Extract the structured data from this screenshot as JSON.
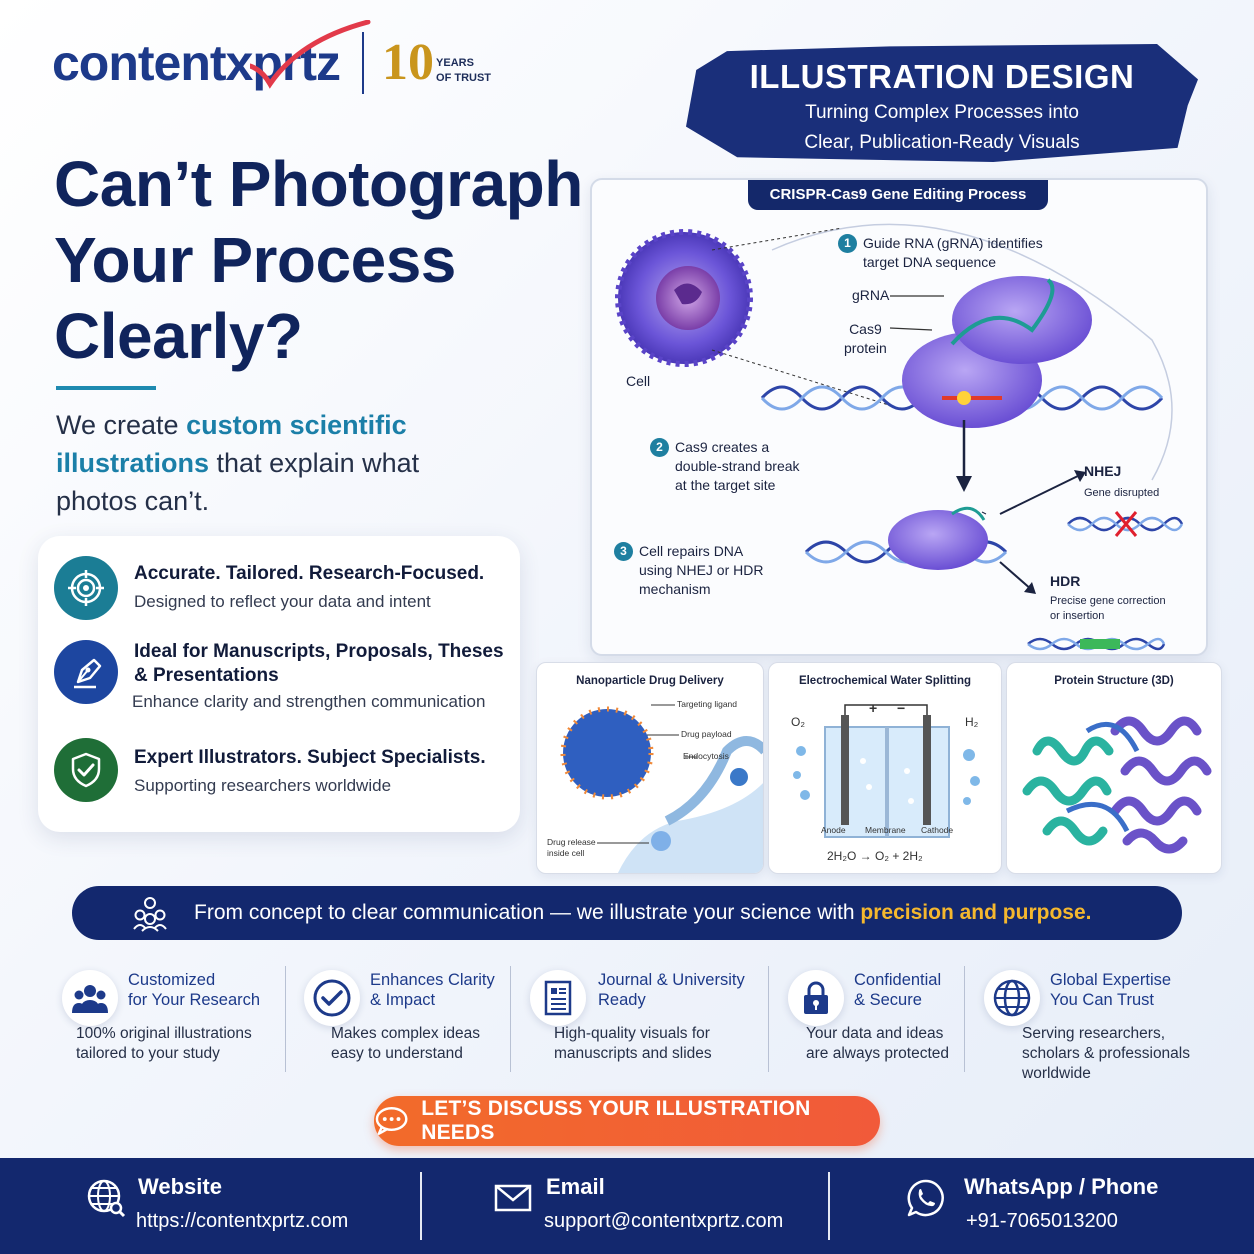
{
  "brand": {
    "name_a": "content",
    "name_b": "xprtz",
    "years_num": "10",
    "years_label": "YEARS",
    "years_label2": "OF TRUST"
  },
  "banner": {
    "title": "ILLUSTRATION DESIGN",
    "sub1": "Turning Complex Processes into",
    "sub2": "Clear, Publication-Ready Visuals"
  },
  "headline": {
    "line1": "Can’t Photograph",
    "line2": "Your Process",
    "line3": "Clearly?"
  },
  "intro": {
    "a": "We create ",
    "hl": "custom scientific illustrations",
    "b": " that explain what photos can’t."
  },
  "features": [
    {
      "title": "Accurate. Tailored. Research-Focused.",
      "desc": "Designed to reflect your data and intent",
      "icon": "target-icon",
      "color": "#1b7d95"
    },
    {
      "title": "Ideal for Manuscripts, Proposals, Theses & Presentations",
      "desc": "Enhance clarity and strengthen communication",
      "icon": "pen-icon",
      "color": "#1d46a0"
    },
    {
      "title": "Expert Illustrators. Subject Specialists.",
      "desc": "Supporting researchers worldwide",
      "icon": "shield-check-icon",
      "color": "#1f6e37"
    }
  ],
  "crispr": {
    "title": "CRISPR-Cas9 Gene Editing Process",
    "cell": "Cell",
    "step1_num": "1",
    "step1_a": "Guide RNA (gRNA) identifies",
    "step1_b": "target DNA sequence",
    "grna": "gRNA",
    "cas9_a": "Cas9",
    "cas9_b": "protein",
    "step2_num": "2",
    "step2_a": "Cas9 creates a",
    "step2_b": "double-strand break",
    "step2_c": "at the target site",
    "step3_num": "3",
    "step3_a": "Cell repairs DNA",
    "step3_b": "using NHEJ or HDR",
    "step3_c": "mechanism",
    "nhej": "NHEJ",
    "nhej_sub": "Gene disrupted",
    "hdr": "HDR",
    "hdr_sub1": "Precise gene correction",
    "hdr_sub2": "or insertion"
  },
  "panels": {
    "nano": {
      "title": "Nanoparticle Drug Delivery",
      "l1": "Targeting ligand",
      "l2": "Drug payload",
      "l3": "Endocytosis",
      "l4a": "Drug release",
      "l4b": "inside cell"
    },
    "water": {
      "title": "Electrochemical Water Splitting",
      "o2": "O₂",
      "h2": "H₂",
      "plus": "+",
      "minus": "−",
      "anode": "Anode",
      "membrane": "Membrane",
      "cathode": "Cathode",
      "eq": "2H₂O → O₂ + 2H₂"
    },
    "protein": {
      "title": "Protein Structure (3D)"
    }
  },
  "strip": {
    "text": "From concept to clear communication — we illustrate your science with ",
    "hl": "precision and purpose."
  },
  "benefits": [
    {
      "t1": "Customized",
      "t2": "for Your Research",
      "d1": "100% original illustrations",
      "d2": "tailored to your study",
      "d3": "",
      "icon": "users-icon"
    },
    {
      "t1": "Enhances Clarity",
      "t2": "& Impact",
      "d1": "Makes complex ideas",
      "d2": "easy to understand",
      "d3": "",
      "icon": "check-circle-icon"
    },
    {
      "t1": "Journal & University",
      "t2": "Ready",
      "d1": "High-quality visuals for",
      "d2": "manuscripts and slides",
      "d3": "",
      "icon": "document-icon"
    },
    {
      "t1": "Confidential",
      "t2": "& Secure",
      "d1": "Your data and ideas",
      "d2": "are always protected",
      "d3": "",
      "icon": "lock-icon"
    },
    {
      "t1": "Global Expertise",
      "t2": "You Can Trust",
      "d1": "Serving researchers,",
      "d2": "scholars & professionals",
      "d3": "worldwide",
      "icon": "globe-icon"
    }
  ],
  "cta": {
    "label": "LET’S DISCUSS YOUR ILLUSTRATION NEEDS"
  },
  "footer": {
    "website_label": "Website",
    "website": "https://contentxprtz.com",
    "email_label": "Email",
    "email": "support@contentxprtz.com",
    "phone_label": "WhatsApp / Phone",
    "phone": "+91-7065013200"
  },
  "colors": {
    "navy": "#13286e",
    "teal": "#1b7fa8",
    "orange": "#f26b2a",
    "gold": "#c9951d"
  }
}
